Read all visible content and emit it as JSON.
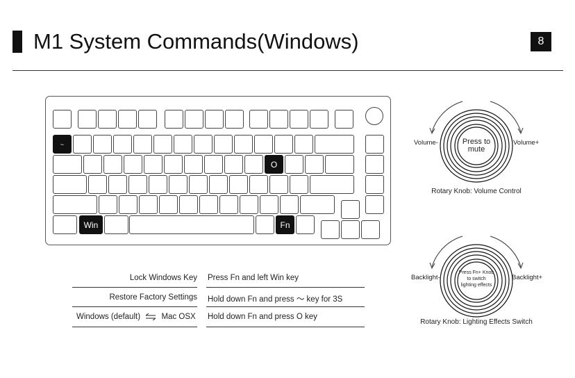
{
  "page": {
    "title": "M1 System Commands(Windows)",
    "page_number": "8"
  },
  "keyboard": {
    "highlighted_keys": {
      "tilde": "~",
      "o": "O",
      "win": "Win",
      "fn": "Fn"
    }
  },
  "knob_volume": {
    "center_line1": "Press to",
    "center_line2": "mute",
    "left_label": "Volume-",
    "right_label": "Volume+",
    "caption": "Rotary Knob: Volume Control"
  },
  "knob_lighting": {
    "center_line1": "Press Fn+ Knob",
    "center_line2": "to switch",
    "center_line3": "lighting effects",
    "left_label": "Backlight-",
    "right_label": "Backlight+",
    "caption": "Rotary Knob: Lighting Effects Switch"
  },
  "commands": [
    {
      "function": "Lock Windows Key",
      "action": "Press Fn and left Win key"
    },
    {
      "function": "Restore Factory Settings",
      "action": "Hold down Fn and press 〜 key for 3S"
    },
    {
      "function_left": "Windows (default)",
      "function_right": "Mac OSX",
      "action": "Hold down Fn and press O key"
    }
  ],
  "icons": [
    "swap-arrows-icon",
    "rotate-left-arrow-icon",
    "rotate-right-arrow-icon"
  ]
}
